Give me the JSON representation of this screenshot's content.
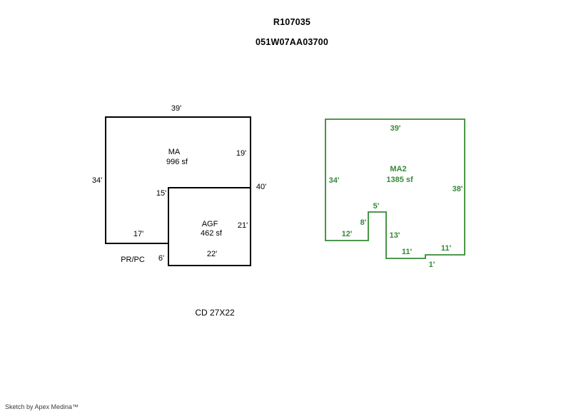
{
  "header": {
    "property_id": "R107035",
    "parcel_id": "051W07AA03700"
  },
  "colors": {
    "building1": "#000000",
    "building2": "#358a35"
  },
  "building1": {
    "name": "MA",
    "area": "996 sf",
    "dim_top": "39'",
    "dim_left": "34'",
    "dim_right_upper": "19'",
    "dim_right_total": "40'",
    "dim_partition": "15'",
    "dim_bottom_left": "17'",
    "dim_jog": "6'",
    "sub_name": "AGF",
    "sub_area": "462 sf",
    "dim_sub_right": "21'",
    "dim_sub_bottom": "22'",
    "annotation": "PR/PC"
  },
  "building2": {
    "name": "MA2",
    "area": "1385 sf",
    "dim_top": "39'",
    "dim_left": "34'",
    "dim_right": "38'",
    "dim_notch_top": "5'",
    "dim_notch_left": "8'",
    "dim_bottom_left": "12'",
    "dim_notch_right": "13'",
    "dim_bottom_mid": "11'",
    "dim_bottom_right": "11'",
    "dim_step": "1'"
  },
  "notes": {
    "detached": "CD 27X22"
  },
  "footer": {
    "credit": "Sketch by Apex Medina™"
  }
}
